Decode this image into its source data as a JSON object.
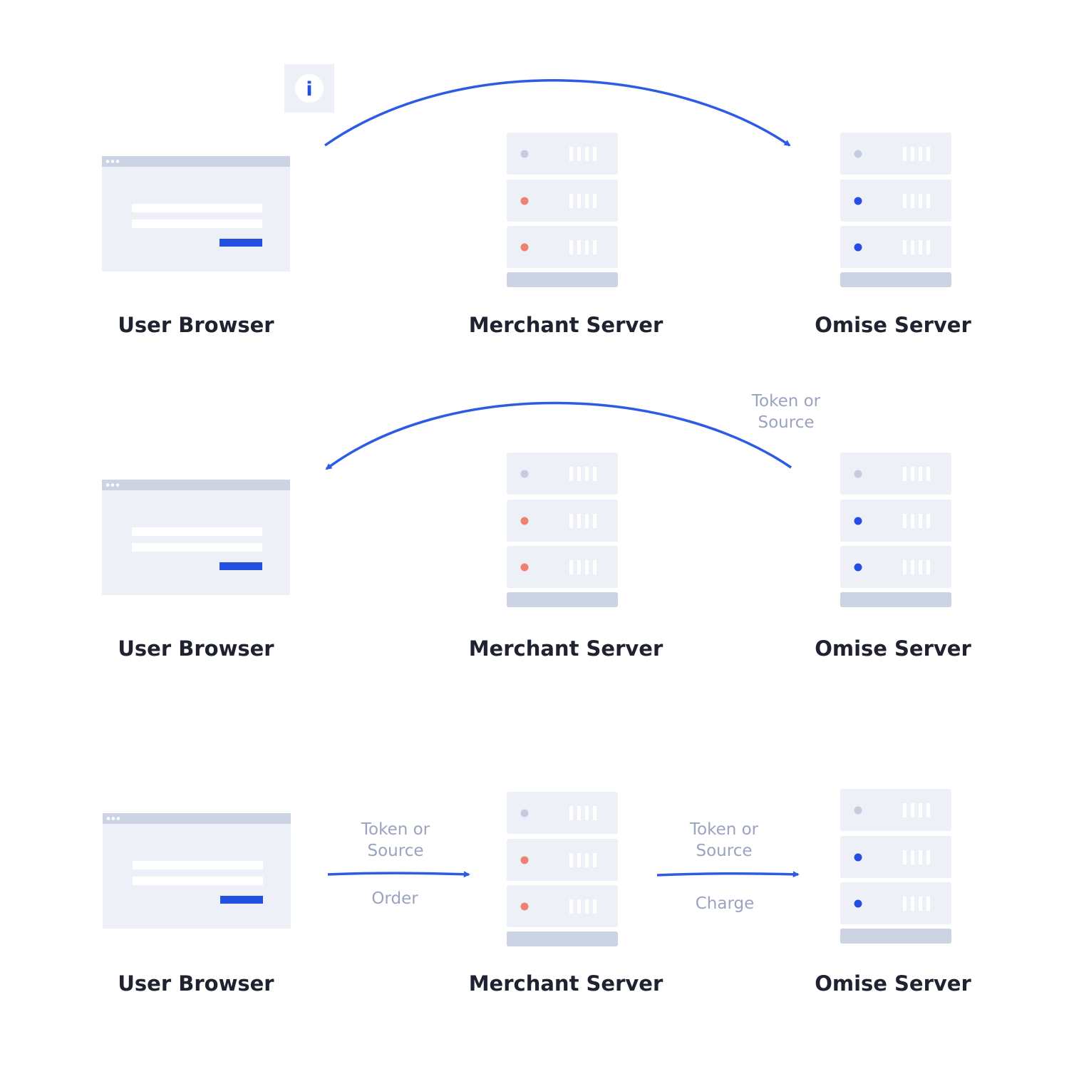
{
  "colors": {
    "arrow": "#2d5be3",
    "panel": "#eef0f8",
    "bar": "#ccd3e3",
    "dot_gray": "#c5ccdd",
    "dot_red": "#f08070",
    "dot_blue": "#2350e0",
    "button": "#2350e0",
    "label": "#1f2230",
    "flow_label": "#9aa3bf"
  },
  "info_badge": {
    "icon": "info-icon",
    "glyph": "i"
  },
  "rows": [
    {
      "nodes": {
        "browser": "User Browser",
        "merchant": "Merchant Server",
        "omise": "Omise Server"
      },
      "arrows": [
        {
          "from": "User Browser",
          "to": "Omise Server"
        }
      ]
    },
    {
      "nodes": {
        "browser": "User Browser",
        "merchant": "Merchant Server",
        "omise": "Omise Server"
      },
      "flow_label": [
        "Token or",
        "Source"
      ],
      "arrows": [
        {
          "from": "Omise Server",
          "to": "User Browser"
        }
      ]
    },
    {
      "nodes": {
        "browser": "User Browser",
        "merchant": "Merchant Server",
        "omise": "Omise Server"
      },
      "arrows": [
        {
          "from": "User Browser",
          "to": "Merchant Server",
          "label": [
            "Token or",
            "Source"
          ],
          "sublabel": "Order"
        },
        {
          "from": "Merchant Server",
          "to": "Omise Server",
          "label": [
            "Token or",
            "Source"
          ],
          "sublabel": "Charge"
        }
      ]
    }
  ]
}
